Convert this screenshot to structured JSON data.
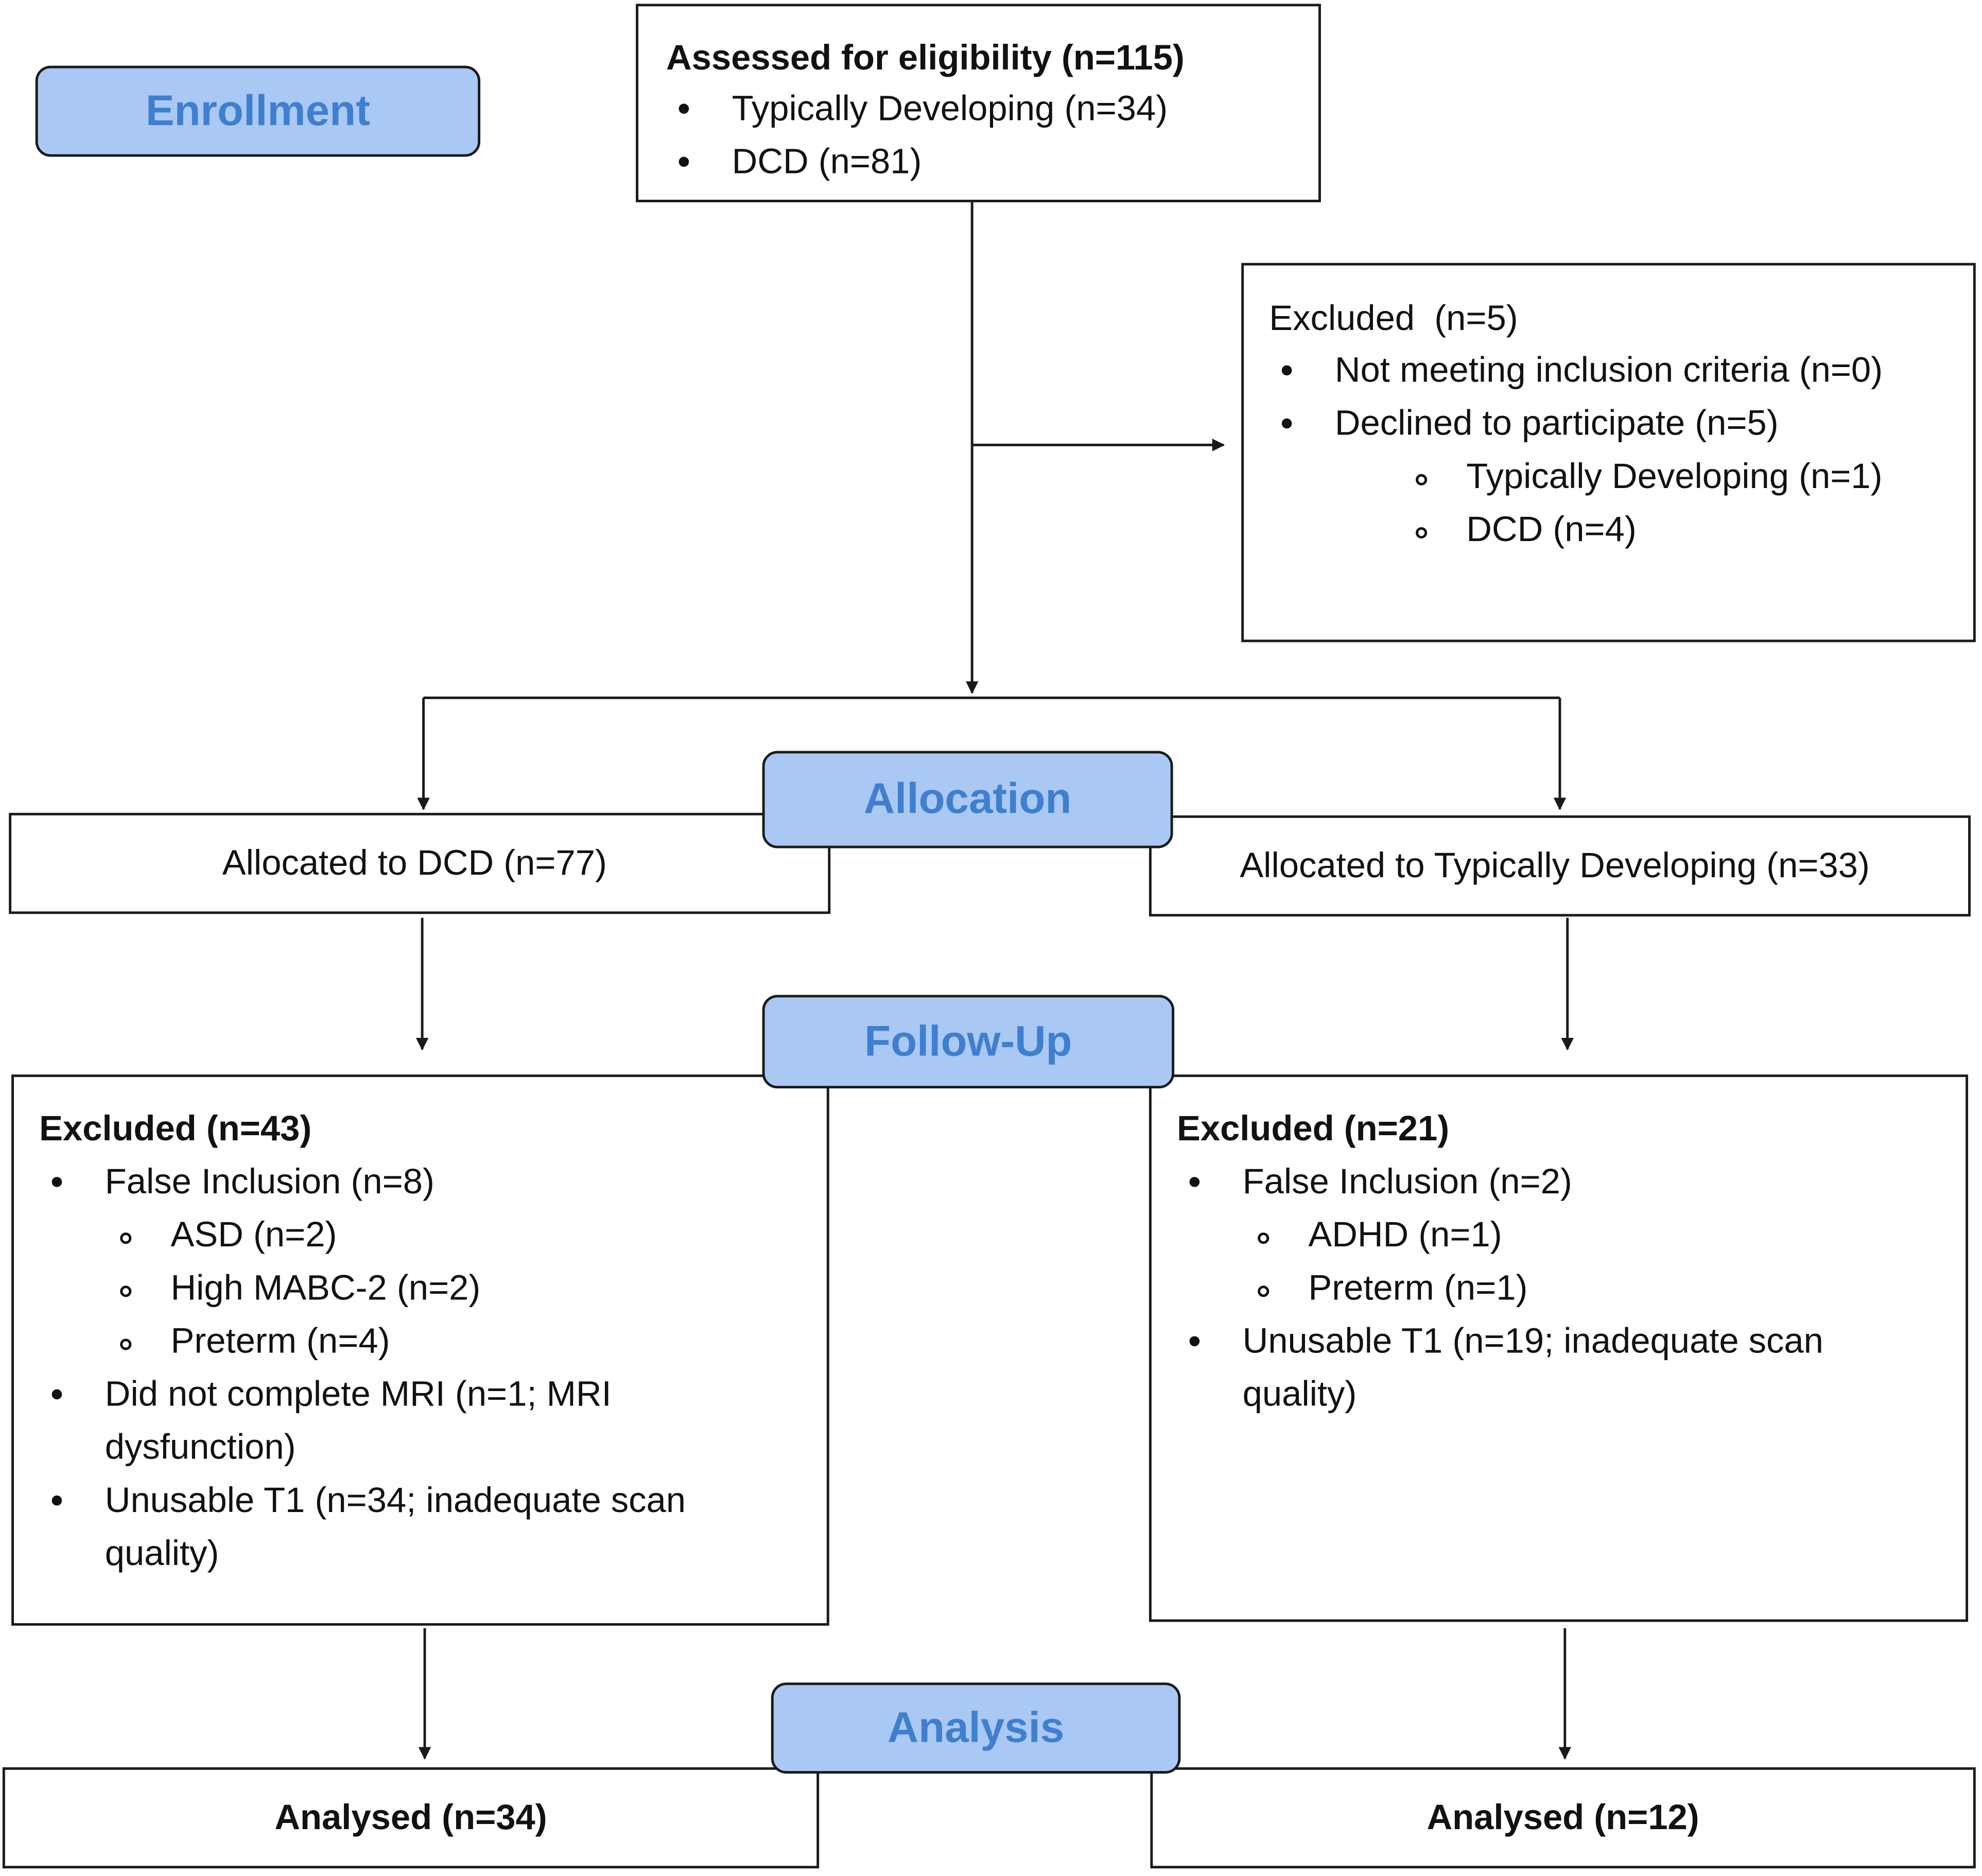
{
  "stages": {
    "enrollment": "Enrollment",
    "allocation": "Allocation",
    "follow_up": "Follow-Up",
    "analysis": "Analysis"
  },
  "assessed": {
    "title": "Assessed for eligibility (n=115)",
    "items": [
      "Typically Developing (n=34)",
      "DCD (n=81)"
    ]
  },
  "excluded_enrollment": {
    "title": "Excluded  (n=5)",
    "items": [
      {
        "text": "Not meeting inclusion criteria (n=0)",
        "sub": []
      },
      {
        "text": "Declined to participate (n=5)",
        "sub": [
          "Typically Developing (n=1)",
          "DCD (n=4)"
        ]
      }
    ]
  },
  "allocated": {
    "dcd": "Allocated to DCD (n=77)",
    "td": "Allocated to Typically Developing (n=33)"
  },
  "followup_dcd": {
    "title": "Excluded (n=43)",
    "items": [
      {
        "text": "False Inclusion (n=8)",
        "sub": [
          "ASD (n=2)",
          "High MABC-2 (n=2)",
          "Preterm (n=4)"
        ]
      },
      {
        "text": "Did not complete MRI (n=1; MRI dysfunction)",
        "sub": []
      },
      {
        "text": "Unusable T1 (n=34; inadequate scan quality)",
        "sub": []
      }
    ]
  },
  "followup_td": {
    "title": "Excluded (n=21)",
    "items": [
      {
        "text": "False Inclusion (n=2)",
        "sub": [
          "ADHD (n=1)",
          "Preterm (n=1)"
        ]
      },
      {
        "text": "Unusable T1 (n=19; inadequate scan quality)",
        "sub": []
      }
    ]
  },
  "analysed": {
    "dcd": "Analysed (n=34)",
    "td": "Analysed (n=12)"
  }
}
